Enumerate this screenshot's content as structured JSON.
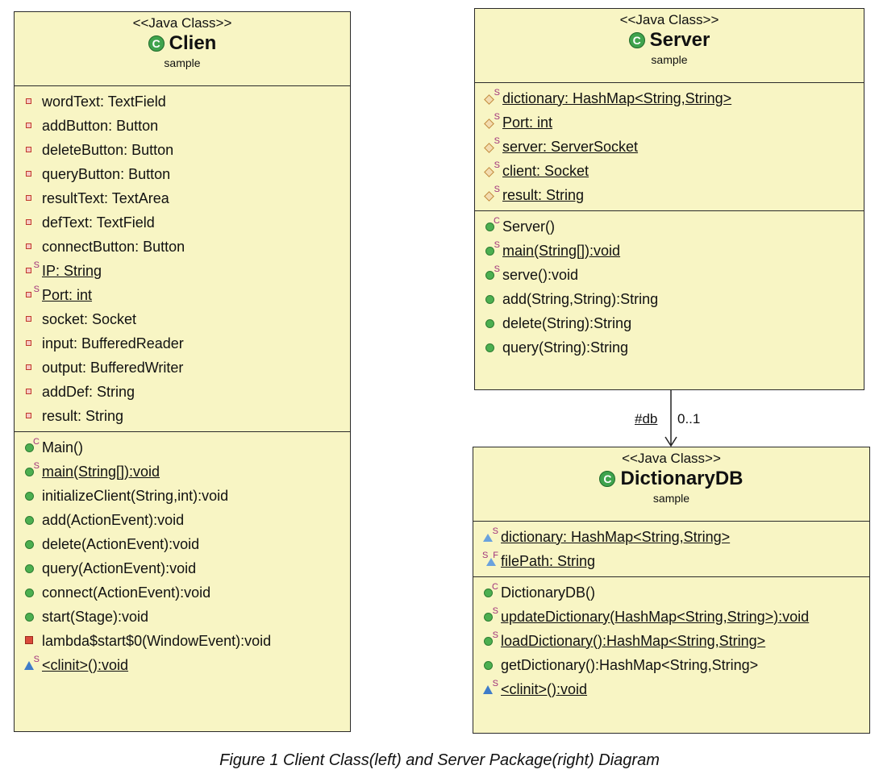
{
  "classes": {
    "client": {
      "stereotype": "<<Java Class>>",
      "name": "Clien",
      "package": "sample",
      "fields": [
        {
          "icon": "private-field-icon",
          "text": "wordText: TextField",
          "u": false
        },
        {
          "icon": "private-field-icon",
          "text": "addButton: Button",
          "u": false
        },
        {
          "icon": "private-field-icon",
          "text": "deleteButton: Button",
          "u": false
        },
        {
          "icon": "private-field-icon",
          "text": "queryButton: Button",
          "u": false
        },
        {
          "icon": "private-field-icon",
          "text": "resultText: TextArea",
          "u": false
        },
        {
          "icon": "private-field-icon",
          "text": "defText: TextField",
          "u": false
        },
        {
          "icon": "private-field-icon",
          "text": "connectButton: Button",
          "u": false
        },
        {
          "icon": "private-static-field-icon",
          "text": "IP: String",
          "u": true
        },
        {
          "icon": "private-static-field-icon",
          "text": "Port: int",
          "u": true
        },
        {
          "icon": "private-field-icon",
          "text": "socket: Socket",
          "u": false
        },
        {
          "icon": "private-field-icon",
          "text": "input: BufferedReader",
          "u": false
        },
        {
          "icon": "private-field-icon",
          "text": "output: BufferedWriter",
          "u": false
        },
        {
          "icon": "private-field-icon",
          "text": "addDef: String",
          "u": false
        },
        {
          "icon": "private-field-icon",
          "text": "result: String",
          "u": false
        }
      ],
      "methods": [
        {
          "icon": "constructor-icon",
          "text": "Main()",
          "u": false
        },
        {
          "icon": "static-method-icon",
          "text": "main(String[]):void",
          "u": true
        },
        {
          "icon": "public-method-icon",
          "text": "initializeClient(String,int):void",
          "u": false
        },
        {
          "icon": "public-method-icon",
          "text": "add(ActionEvent):void",
          "u": false
        },
        {
          "icon": "public-method-icon",
          "text": "delete(ActionEvent):void",
          "u": false
        },
        {
          "icon": "public-method-icon",
          "text": "query(ActionEvent):void",
          "u": false
        },
        {
          "icon": "public-method-icon",
          "text": "connect(ActionEvent):void",
          "u": false
        },
        {
          "icon": "public-method-icon",
          "text": "start(Stage):void",
          "u": false
        },
        {
          "icon": "private-method-icon",
          "text": "lambda$start$0(WindowEvent):void",
          "u": false
        },
        {
          "icon": "static-package-method-icon",
          "text": "<clinit>():void",
          "u": true
        }
      ]
    },
    "server": {
      "stereotype": "<<Java Class>>",
      "name": "Server",
      "package": "sample",
      "fields": [
        {
          "icon": "static-field-icon",
          "text": "dictionary: HashMap<String,String>",
          "u": true
        },
        {
          "icon": "static-field-icon",
          "text": "Port: int",
          "u": true
        },
        {
          "icon": "static-field-icon",
          "text": "server: ServerSocket",
          "u": true
        },
        {
          "icon": "static-field-icon",
          "text": "client: Socket",
          "u": true
        },
        {
          "icon": "static-field-icon",
          "text": "result: String",
          "u": true
        }
      ],
      "methods": [
        {
          "icon": "constructor-icon",
          "text": "Server()",
          "u": false
        },
        {
          "icon": "static-method-icon",
          "text": "main(String[]):void",
          "u": true
        },
        {
          "icon": "static-method-icon",
          "text": "serve():void",
          "u": false
        },
        {
          "icon": "public-method-icon",
          "text": "add(String,String):String",
          "u": false
        },
        {
          "icon": "public-method-icon",
          "text": "delete(String):String",
          "u": false
        },
        {
          "icon": "public-method-icon",
          "text": "query(String):String",
          "u": false
        }
      ]
    },
    "dictionarydb": {
      "stereotype": "<<Java Class>>",
      "name": "DictionaryDB",
      "package": "sample",
      "fields": [
        {
          "icon": "static-package-field-icon",
          "text": "dictionary: HashMap<String,String>",
          "u": true
        },
        {
          "icon": "static-final-field-icon",
          "text": "filePath: String",
          "u": true
        }
      ],
      "methods": [
        {
          "icon": "constructor-icon",
          "text": "DictionaryDB()",
          "u": false
        },
        {
          "icon": "static-method-icon",
          "text": "updateDictionary(HashMap<String,String>):void",
          "u": true
        },
        {
          "icon": "static-method-icon",
          "text": "loadDictionary():HashMap<String,String>",
          "u": true
        },
        {
          "icon": "public-method-icon",
          "text": "getDictionary():HashMap<String,String>",
          "u": false
        },
        {
          "icon": "static-package-method-icon",
          "text": "<clinit>():void",
          "u": true
        }
      ]
    }
  },
  "association": {
    "role": "#db",
    "multiplicity": "0..1"
  },
  "caption": "Figure 1 Client Class(left) and Server Package(right) Diagram",
  "colors": {
    "class_fill": "#f8f5c4",
    "border": "#2a2a2a"
  }
}
